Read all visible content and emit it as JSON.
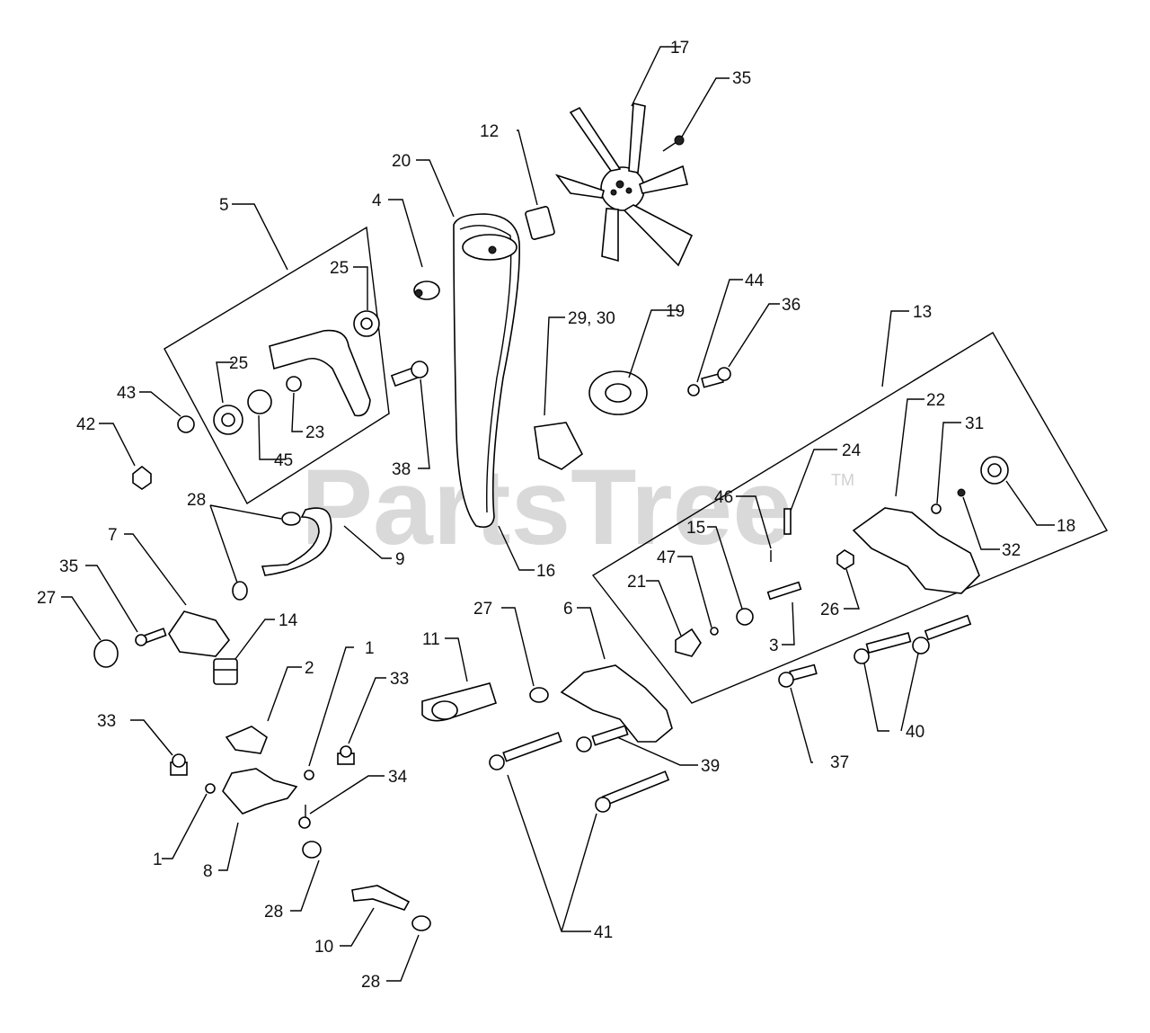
{
  "watermark": {
    "text": "PartsTree",
    "tm": "TM"
  },
  "callouts": {
    "c1a": "1",
    "c1b": "1",
    "c2": "2",
    "c3": "3",
    "c4": "4",
    "c5": "5",
    "c6": "6",
    "c7": "7",
    "c8": "8",
    "c9": "9",
    "c10": "10",
    "c11": "11",
    "c12": "12",
    "c13": "13",
    "c14": "14",
    "c15": "15",
    "c16": "16",
    "c17": "17",
    "c18": "18",
    "c19": "19",
    "c20": "20",
    "c21": "21",
    "c22": "22",
    "c23": "23",
    "c24": "24",
    "c25a": "25",
    "c25b": "25",
    "c26": "26",
    "c27a": "27",
    "c27b": "27",
    "c28a": "28",
    "c28b": "28",
    "c28c": "28",
    "c2930": "29, 30",
    "c31": "31",
    "c32": "32",
    "c33a": "33",
    "c33b": "33",
    "c34": "34",
    "c35a": "35",
    "c35b": "35",
    "c36": "36",
    "c37": "37",
    "c38": "38",
    "c39": "39",
    "c40": "40",
    "c41": "41",
    "c42": "42",
    "c43": "43",
    "c44": "44",
    "c45": "45",
    "c46": "46",
    "c47": "47"
  }
}
